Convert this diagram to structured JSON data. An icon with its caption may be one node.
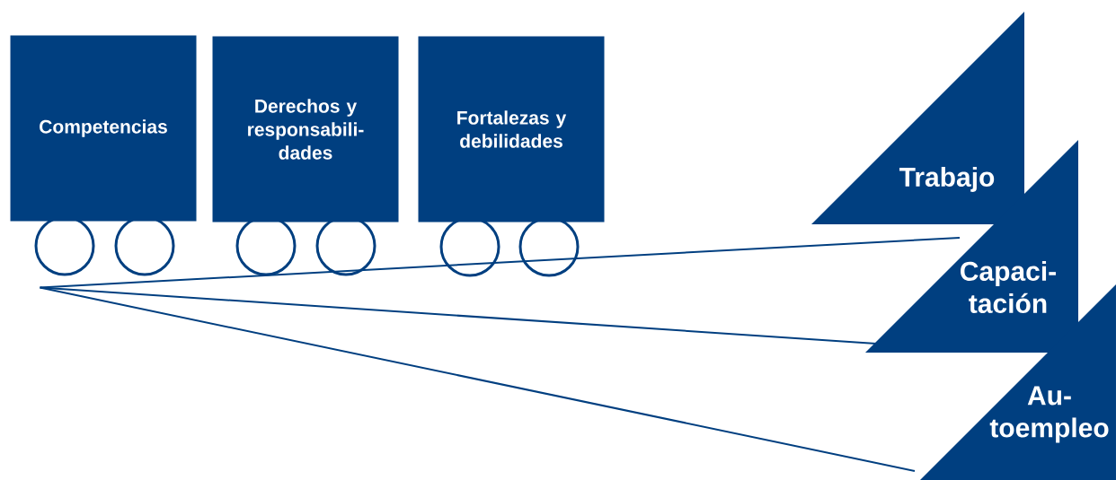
{
  "diagram": {
    "nodes": [
      {
        "text": [
          "Competencias"
        ]
      },
      {
        "text": [
          "Derechos y responsabili- dades"
        ]
      },
      {
        "text": [
          "Fortalezas y debilidades"
        ]
      },
      {
        "text": [
          "Trabajo"
        ]
      },
      {
        "text": [
          "Capaci- tación"
        ]
      },
      {
        "text": [
          "Au- toempleo"
        ]
      }
    ],
    "edges": [
      {
        "from": 0,
        "to": 3,
        "arrow": "none"
      },
      {
        "from": 0,
        "to": 4,
        "arrow": "none"
      },
      {
        "from": 0,
        "to": 5,
        "arrow": "none"
      }
    ]
  }
}
